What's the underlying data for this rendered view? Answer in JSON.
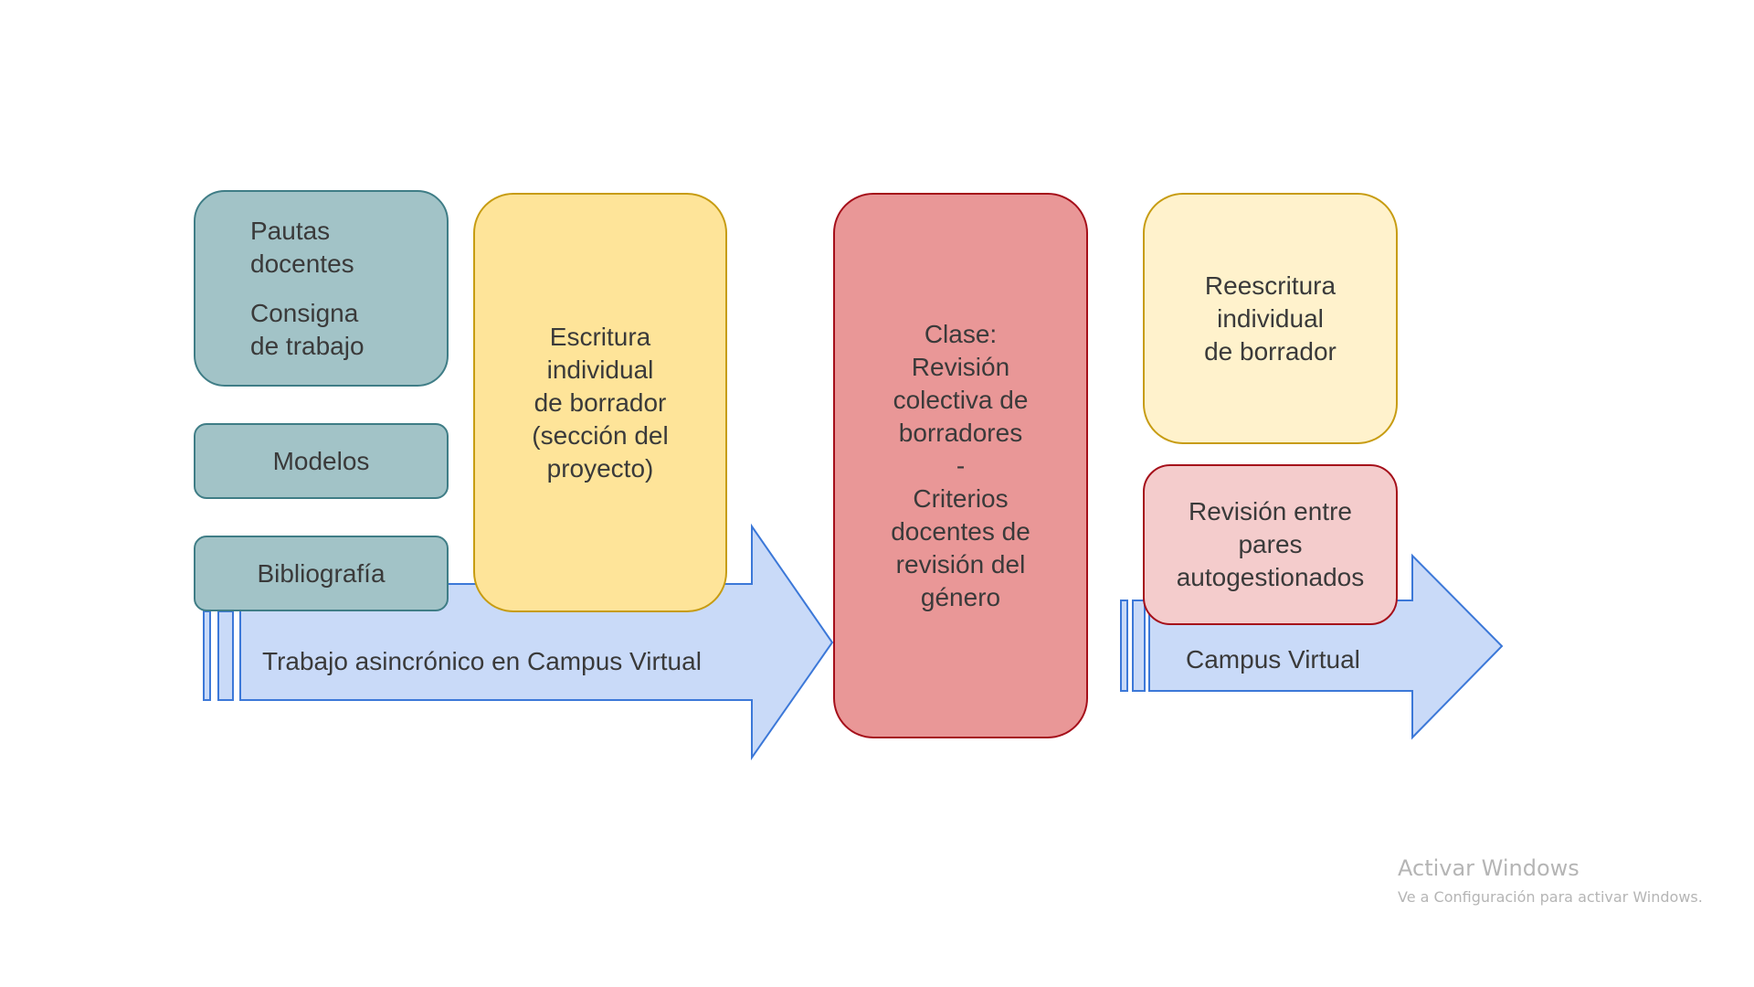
{
  "boxes": {
    "pautas": [
      "Pautas",
      "docentes"
    ],
    "consigna": [
      "Consigna",
      "de trabajo"
    ],
    "modelos": "Modelos",
    "bibliografia": "Bibliografía",
    "escritura": [
      "Escritura",
      "individual",
      "de borrador",
      "(sección del",
      "proyecto)"
    ],
    "clase": [
      "Clase:",
      "Revisión",
      "colectiva de",
      "borradores",
      "-",
      "Criterios",
      "docentes de",
      "revisión del",
      "género"
    ],
    "reescritura": [
      "Reescritura",
      "individual",
      "de borrador"
    ],
    "revision_pares": [
      "Revisión entre",
      "pares",
      "autogestionados"
    ]
  },
  "arrows": {
    "asincronico": "Trabajo asincrónico en Campus Virtual",
    "campus": "Campus Virtual"
  },
  "watermark": {
    "title": "Activar Windows",
    "subtitle": "Ve a Configuración para activar Windows."
  },
  "colors": {
    "arrow_fill": "#c9daf8",
    "arrow_stroke": "#3c78d8"
  }
}
